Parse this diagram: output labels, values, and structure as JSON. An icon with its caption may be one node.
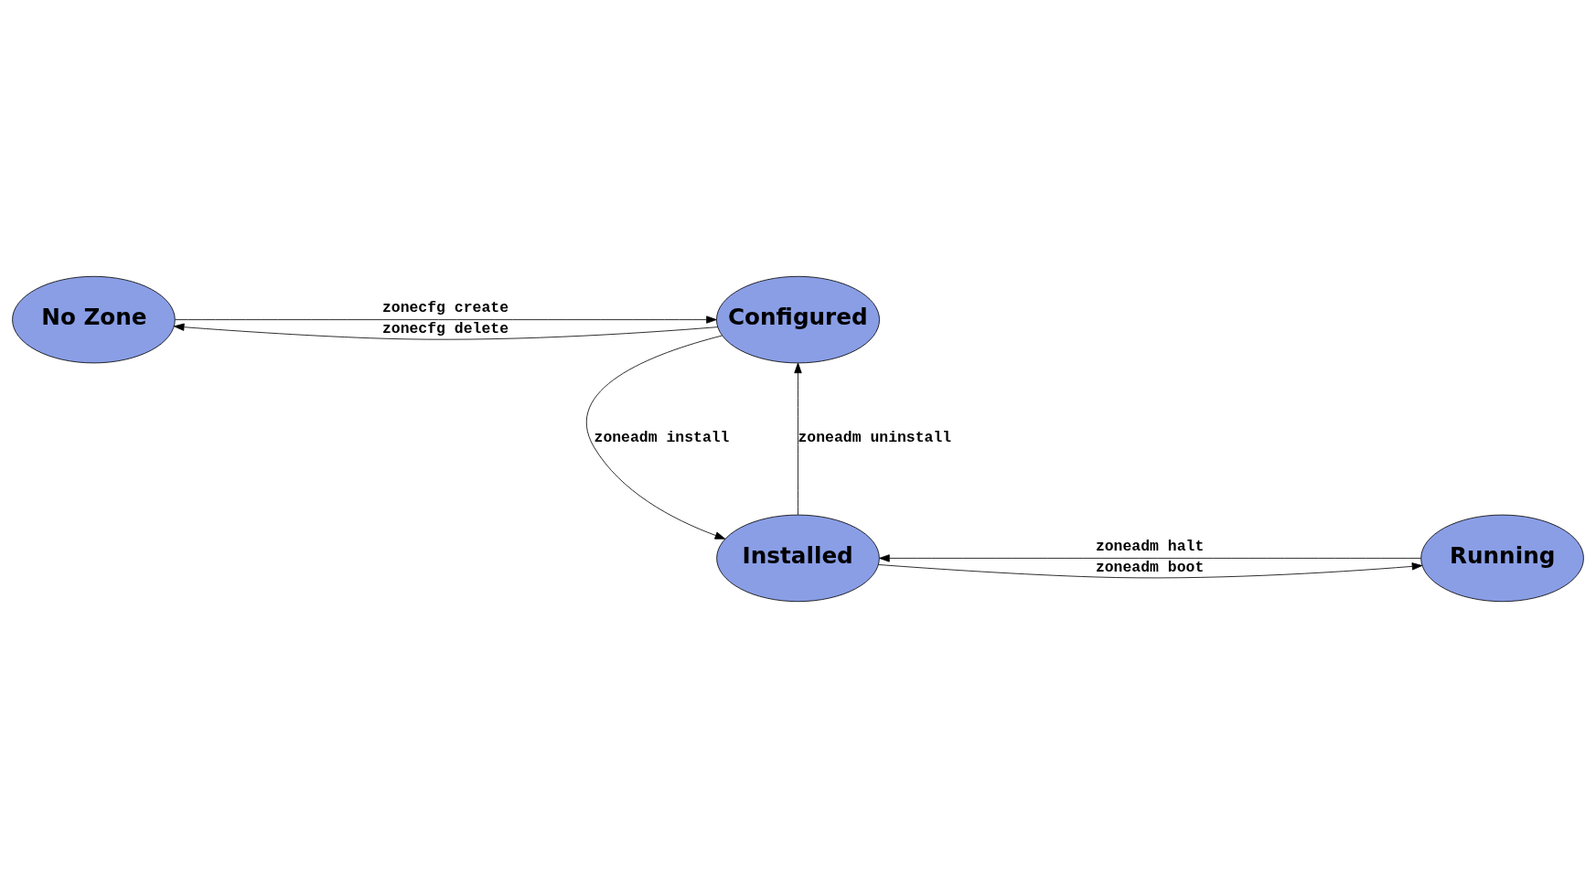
{
  "diagram": {
    "nodes": [
      {
        "text": [
          "No Zone"
        ]
      },
      {
        "text": [
          "Configured"
        ]
      },
      {
        "text": [
          "Running"
        ]
      },
      {
        "text": [
          "Installed"
        ]
      }
    ],
    "edges": [
      {
        "from": 0,
        "to": 1,
        "arrow": "to",
        "label": "zonecfg create"
      },
      {
        "from": 1,
        "to": 0,
        "arrow": "to",
        "label": "zonecfg delete"
      },
      {
        "from": 3,
        "to": 1,
        "arrow": "to",
        "label": "zoneadm uninstall"
      },
      {
        "from": 1,
        "to": 3,
        "arrow": "to",
        "label": "zoneadm install"
      },
      {
        "from": 2,
        "to": 3,
        "arrow": "to",
        "label": "zoneadm halt"
      },
      {
        "from": 3,
        "to": 2,
        "arrow": "to",
        "label": "zoneadm boot"
      }
    ]
  }
}
